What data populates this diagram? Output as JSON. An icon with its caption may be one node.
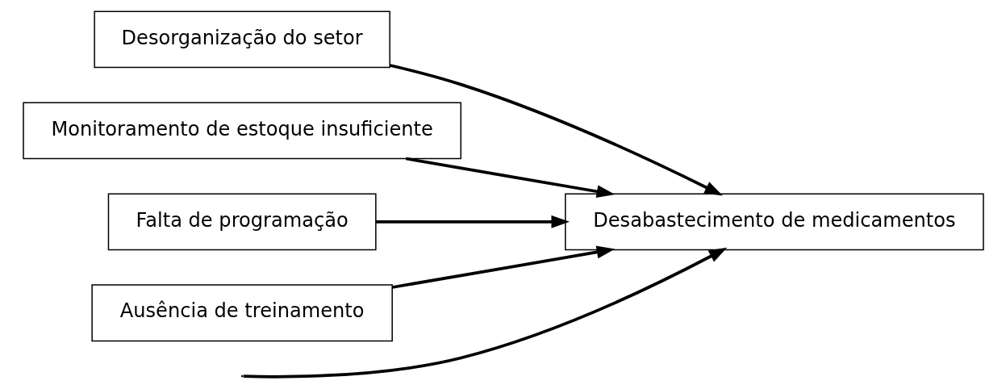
{
  "diagram": {
    "nodes": [
      {
        "text": [
          "Desorganização do setor"
        ]
      },
      {
        "text": [
          "Monitoramento de estoque insuficiente"
        ]
      },
      {
        "text": [
          "Falta de programação"
        ]
      },
      {
        "text": [
          "Ausência de treinamento"
        ]
      },
      {
        "text": [
          "Desabastecimento de medicamentos"
        ]
      }
    ],
    "edges": [
      {
        "from": null,
        "to": 4,
        "arrow": "to"
      },
      {
        "from": 0,
        "to": 4,
        "arrow": "to"
      },
      {
        "from": 1,
        "to": 4,
        "arrow": "to"
      },
      {
        "from": 2,
        "to": 4,
        "arrow": "to"
      },
      {
        "from": 3,
        "to": 4,
        "arrow": "to"
      }
    ]
  }
}
